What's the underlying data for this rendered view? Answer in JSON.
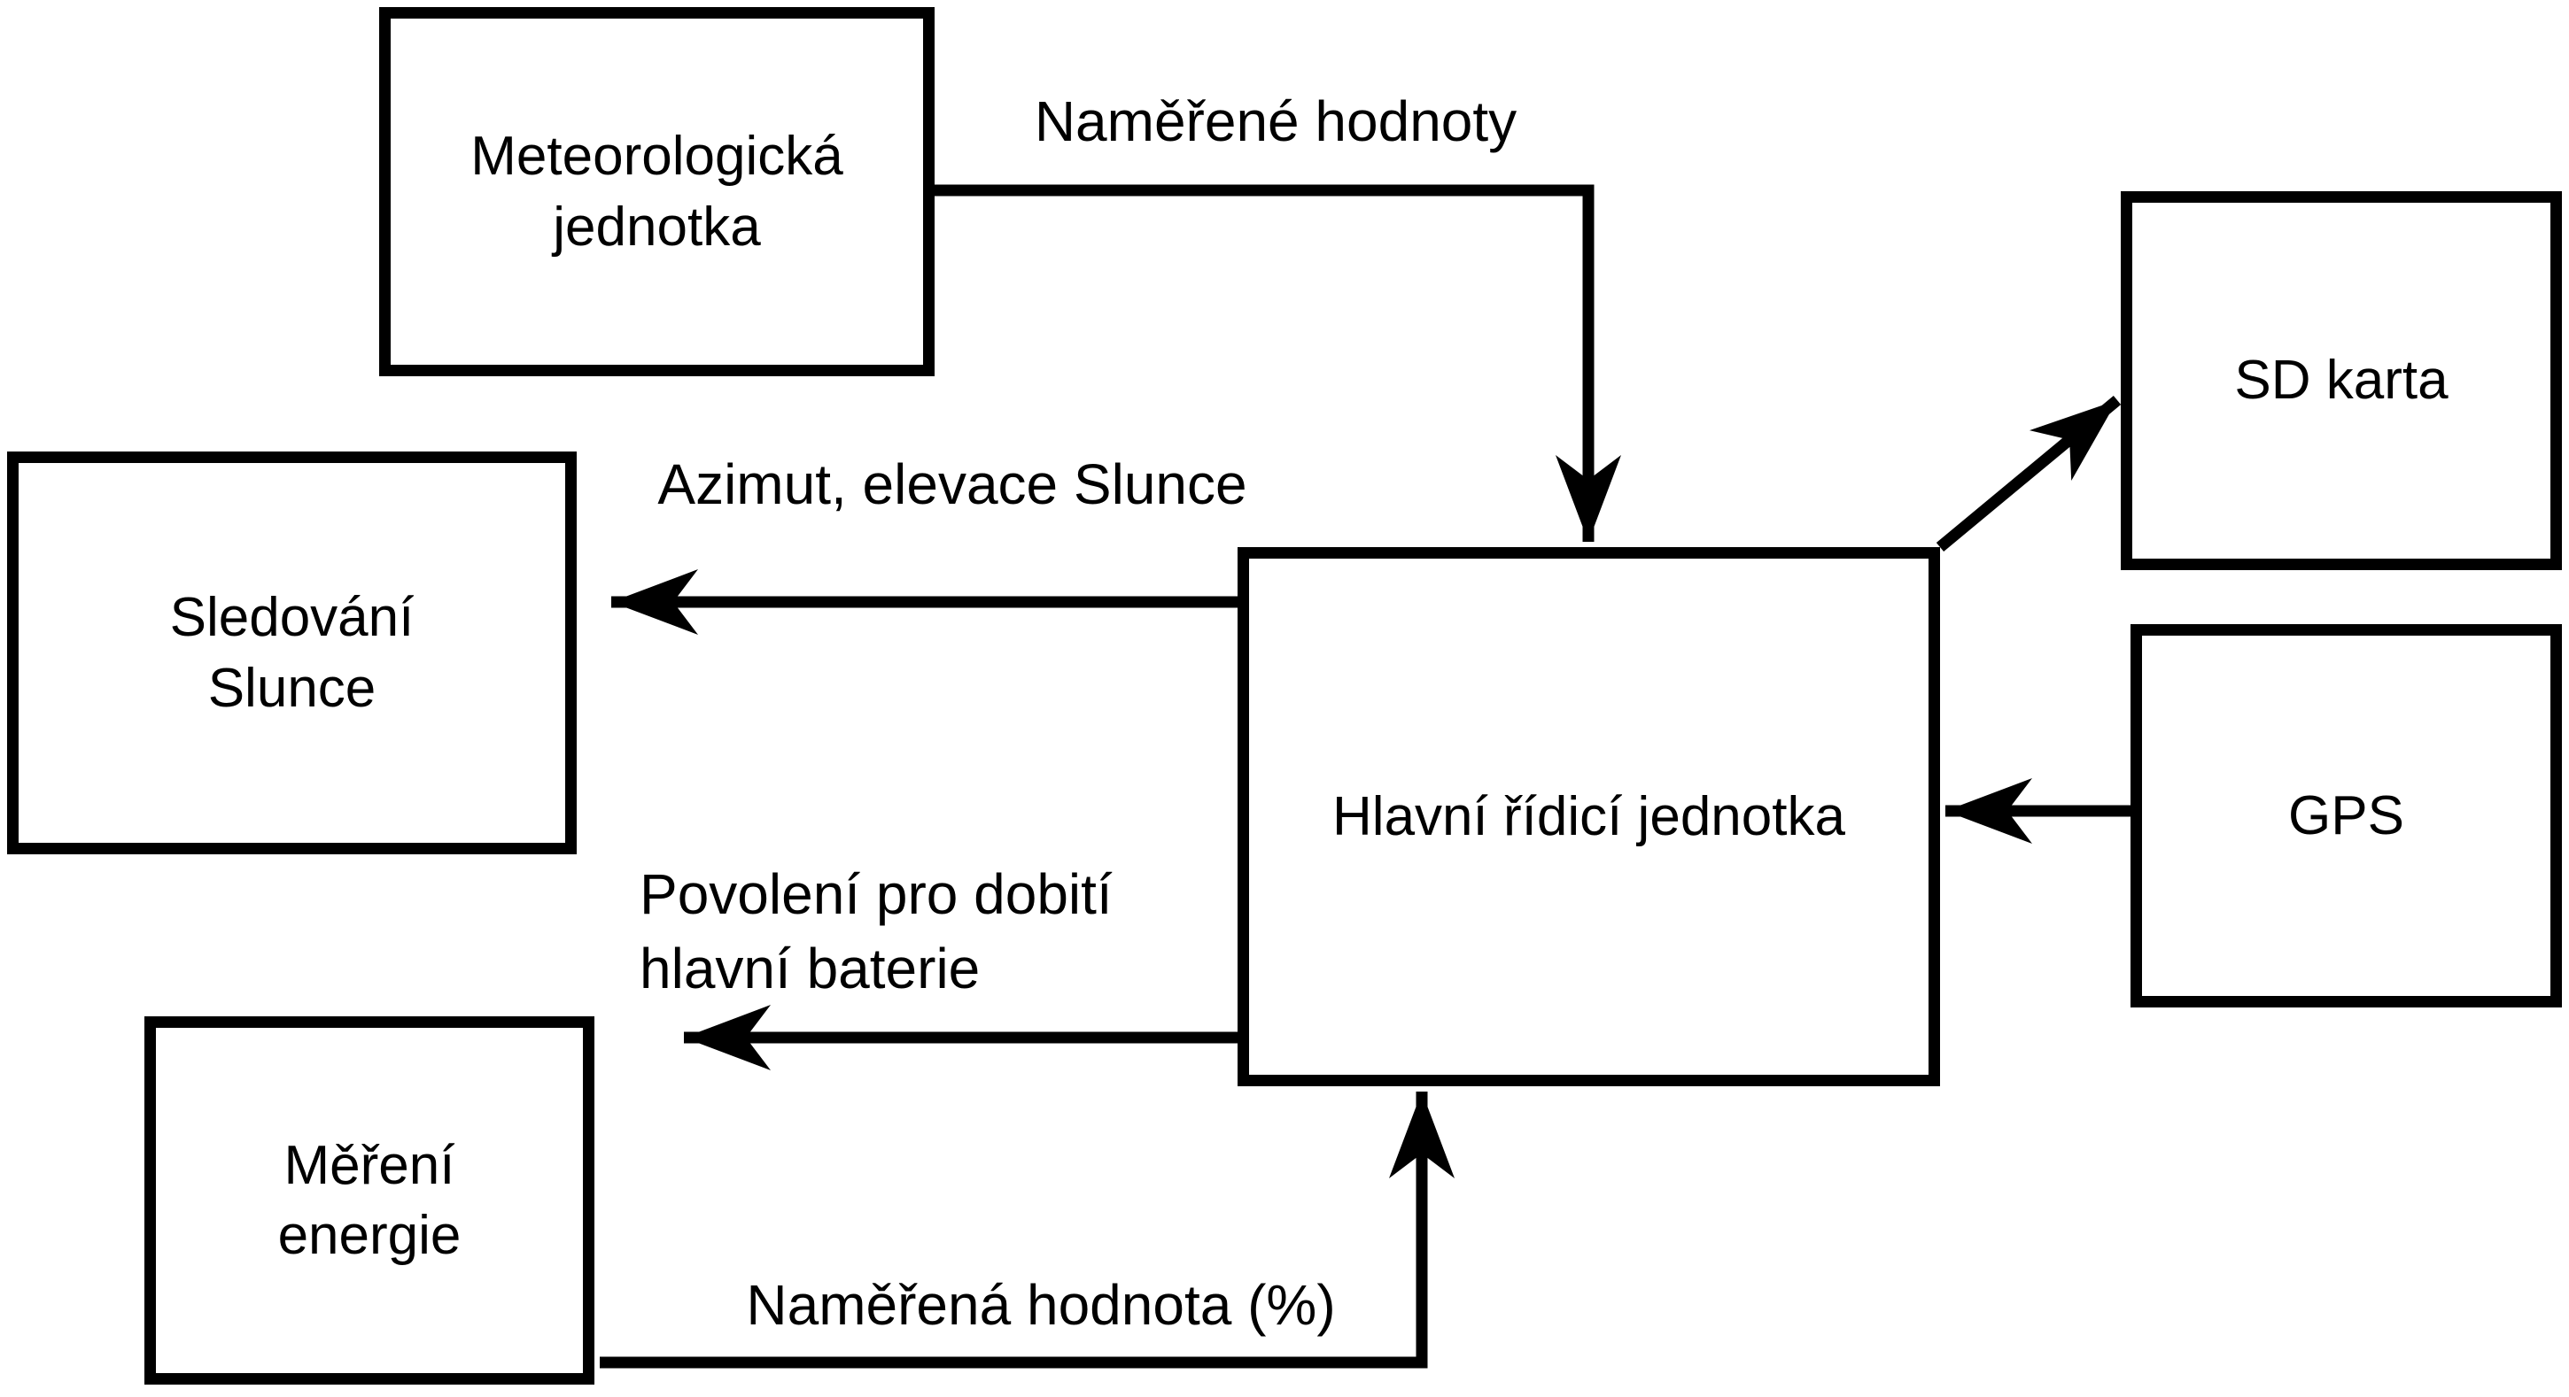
{
  "diagram": {
    "type": "block-diagram",
    "language": "cs",
    "boxes": {
      "meteo": {
        "line1": "Meteorologická",
        "line2": "jednotka"
      },
      "sledovani": {
        "line1": "Sledování",
        "line2": "Slunce"
      },
      "mereni": {
        "line1": "Měření",
        "line2": "energie"
      },
      "hlavni": {
        "label": "Hlavní řídicí jednotka"
      },
      "sd": {
        "label": "SD karta"
      },
      "gps": {
        "label": "GPS"
      }
    },
    "edge_labels": {
      "meteo_to_main": "Naměřené hodnoty",
      "main_to_sledovani": "Azimut, elevace Slunce",
      "main_to_mereni_line1": "Povolení pro dobití",
      "main_to_mereni_line2": "hlavní baterie",
      "mereni_to_main": "Naměřená hodnota (%)"
    },
    "colors": {
      "stroke": "#000000",
      "text": "#000000",
      "background": "#ffffff",
      "box_fill": "#ffffff"
    }
  }
}
